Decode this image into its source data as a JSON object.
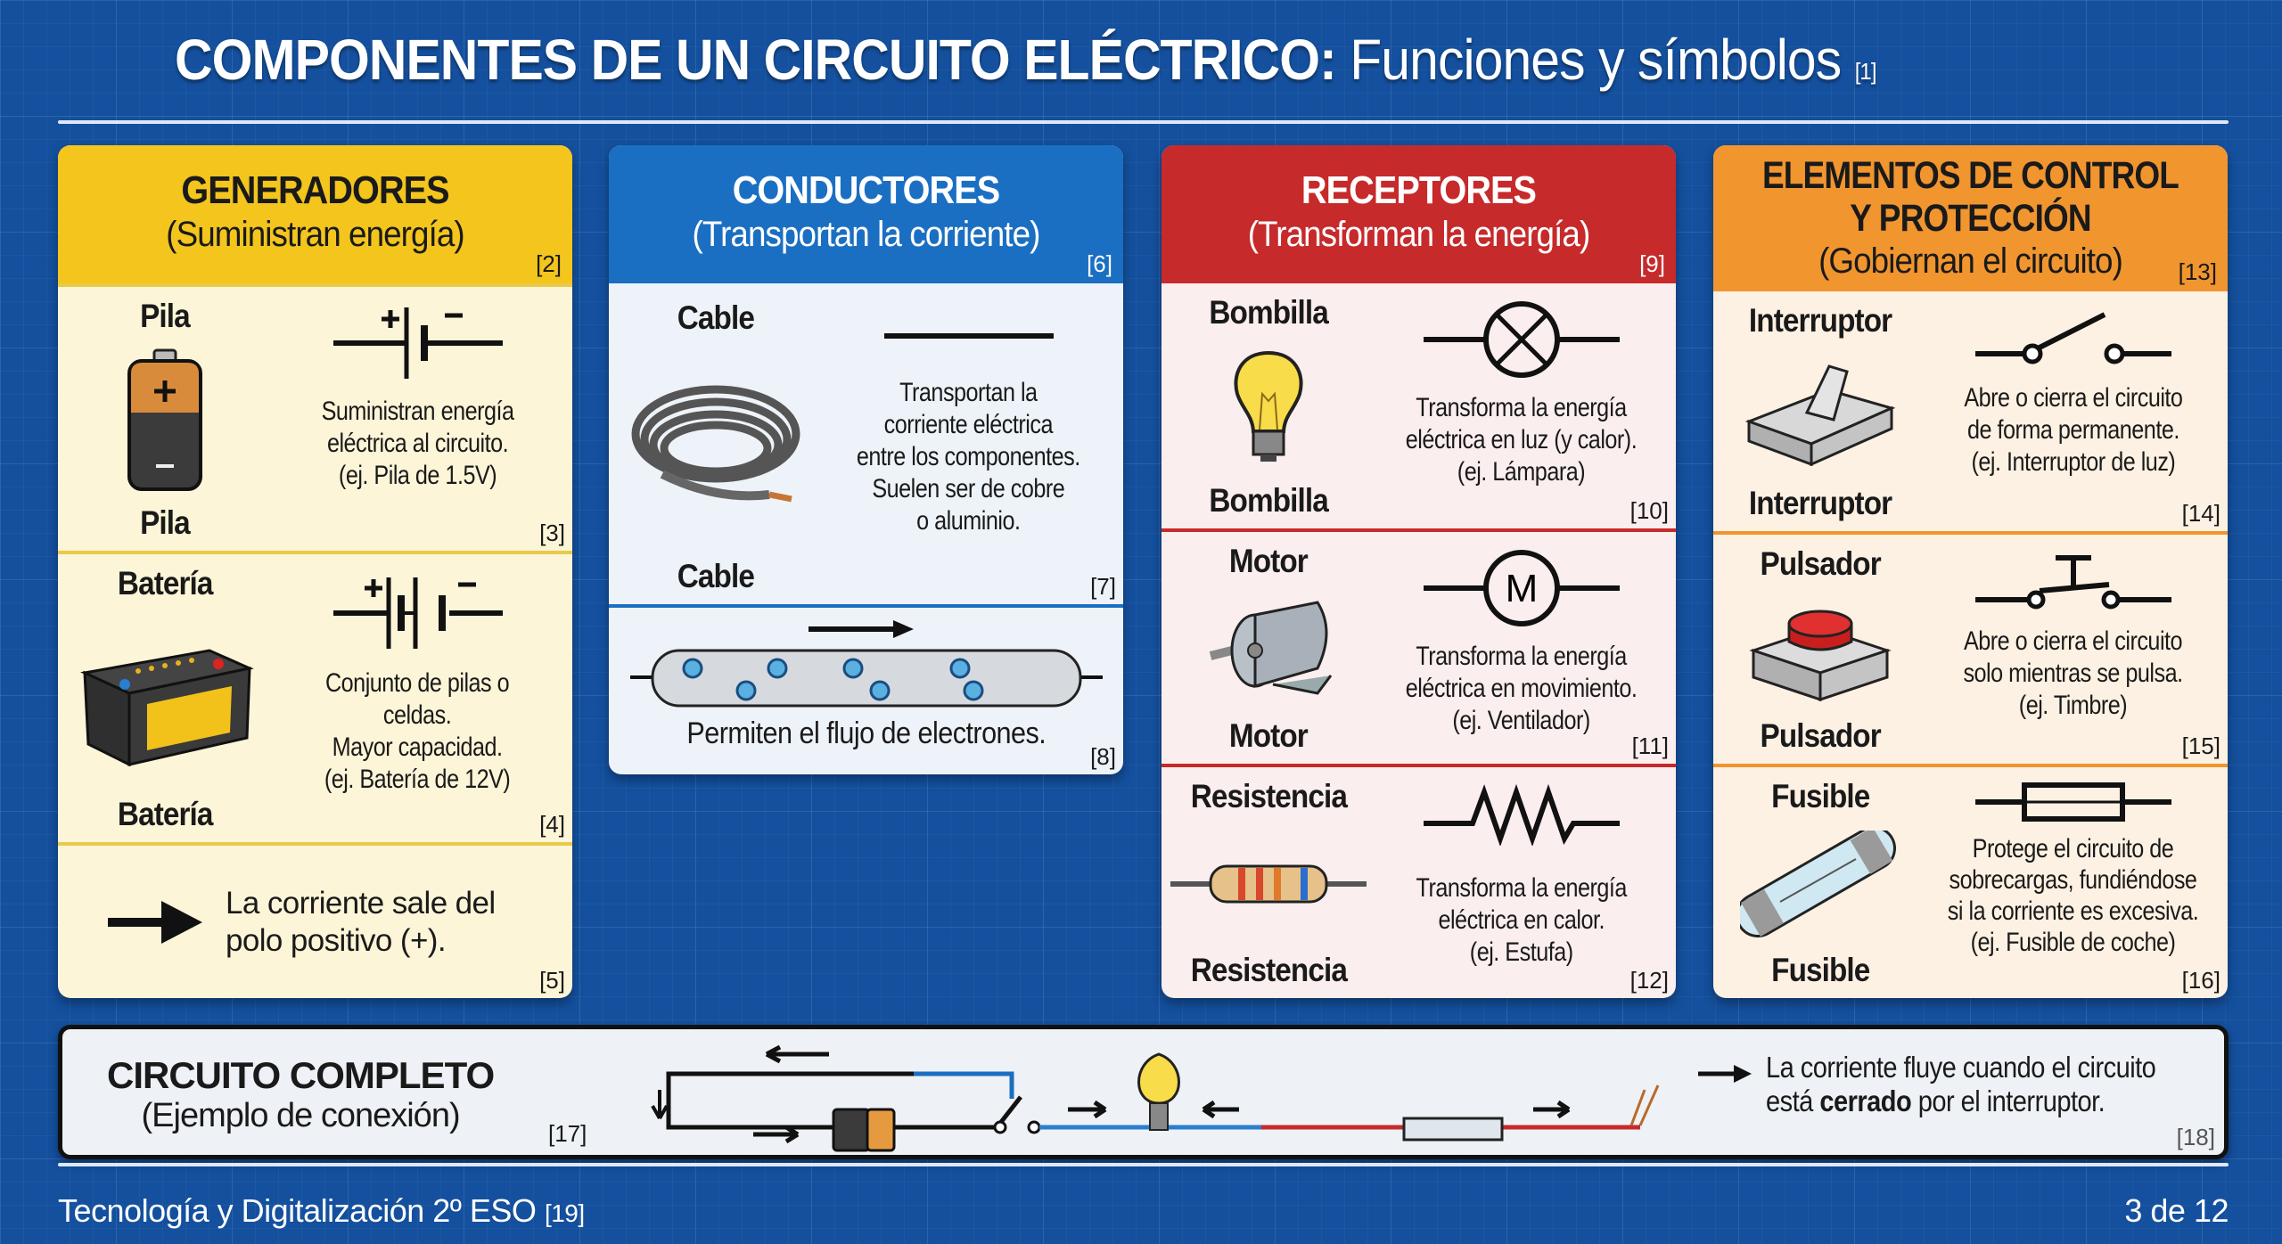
{
  "title": {
    "bold": "COMPONENTES DE UN CIRCUITO ELÉCTRICO:",
    "light": "Funciones y símbolos",
    "ref": "[1]"
  },
  "generadores": {
    "title": "GENERADORES",
    "subtitle": "(Suministran energía)",
    "ref": "[2]",
    "items": [
      {
        "name": "Pila",
        "desc": [
          "Suministran energía",
          "eléctrica al circuito.",
          "(ej. Pila de 1.5V)"
        ],
        "ref": "[3]",
        "icon": "battery-cell-icon",
        "symbol": "cell-symbol-icon"
      },
      {
        "name": "Batería",
        "desc": [
          "Conjunto de pilas o",
          "celdas.",
          "Mayor capacidad.",
          "(ej. Batería de 12V)"
        ],
        "ref": "[4]",
        "icon": "car-battery-icon",
        "symbol": "battery-symbol-icon"
      }
    ],
    "note": [
      "La corriente sale del",
      "polo positivo (+)."
    ],
    "note_ref": "[5]"
  },
  "conductores": {
    "title": "CONDUCTORES",
    "subtitle": "(Transportan la corriente)",
    "ref": "[6]",
    "item": {
      "name": "Cable",
      "desc": [
        "Transportan la",
        "corriente eléctrica",
        "entre los componentes.",
        "Suelen ser de cobre",
        "o aluminio."
      ],
      "ref": "[7]"
    },
    "flow": {
      "text": "Permiten el flujo de electrones.",
      "ref": "[8]"
    }
  },
  "receptores": {
    "title": "RECEPTORES",
    "subtitle": "(Transforman la energía)",
    "ref": "[9]",
    "items": [
      {
        "name": "Bombilla",
        "desc": [
          "Transforma la energía",
          "eléctrica en luz (y calor).",
          "(ej. Lámpara)"
        ],
        "ref": "[10]"
      },
      {
        "name": "Motor",
        "desc": [
          "Transforma la energía",
          "eléctrica en movimiento.",
          "(ej. Ventilador)"
        ],
        "ref": "[11]",
        "symbol_letter": "M"
      },
      {
        "name": "Resistencia",
        "desc": [
          "Transforma la energía",
          "eléctrica en calor.",
          "(ej. Estufa)"
        ],
        "ref": "[12]"
      }
    ]
  },
  "control": {
    "title_1": "ELEMENTOS DE CONTROL",
    "title_2": "Y PROTECCIÓN",
    "subtitle": "(Gobiernan el circuito)",
    "ref": "[13]",
    "items": [
      {
        "name": "Interruptor",
        "desc": [
          "Abre o cierra el circuito",
          "de forma permanente.",
          "(ej. Interruptor de luz)"
        ],
        "ref": "[14]"
      },
      {
        "name": "Pulsador",
        "desc": [
          "Abre o cierra el circuito",
          "solo mientras se pulsa.",
          "(ej. Timbre)"
        ],
        "ref": "[15]"
      },
      {
        "name": "Fusible",
        "desc": [
          "Protege el circuito de",
          "sobrecargas, fundiéndose",
          "si la corriente es excesiva.",
          "(ej. Fusible de coche)"
        ],
        "ref": "[16]"
      }
    ]
  },
  "circuito": {
    "title": "CIRCUITO COMPLETO",
    "subtitle": "(Ejemplo de conexión)",
    "ref": "[17]",
    "text_1": "La corriente fluye cuando el circuito",
    "text_2a": "está ",
    "text_2b": "cerrado",
    "text_2c": " por el interruptor.",
    "ref2": "[18]"
  },
  "footer": {
    "course": "Tecnología y Digitalización 2º ESO",
    "course_ref": "[19]",
    "page": "3 de 12"
  },
  "colors": {
    "background": "#14509e",
    "generadores": "#f3c51d",
    "conductores": "#1b6fc2",
    "receptores": "#c62a2b",
    "control": "#f1952f"
  }
}
